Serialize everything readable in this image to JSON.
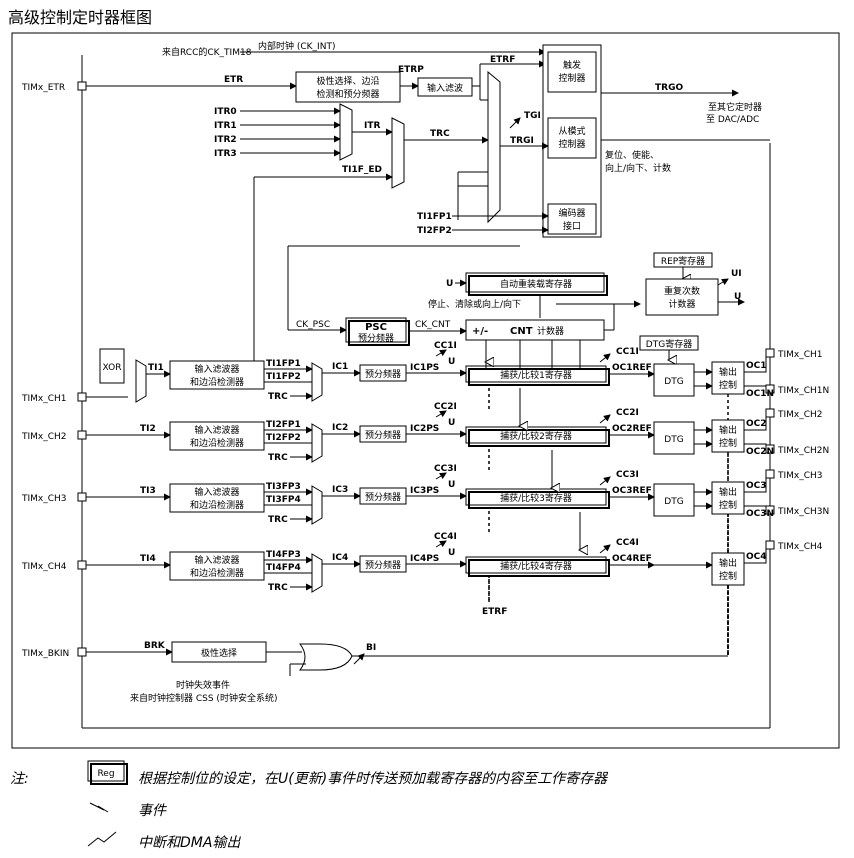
{
  "title": "高级控制定时器框图",
  "top": {
    "rcc_source": "来自RCC的CK_TIM18",
    "internal_clock": "内部时钟 (CK_INT)",
    "etr": "ETR",
    "etrp": "ETRP",
    "etrf": "ETRF",
    "polarity_block": [
      "极性选择、边沿",
      "检测和预分频器"
    ],
    "input_filter": "输入滤波",
    "trigger_ctrl": [
      "触发",
      "控制器"
    ],
    "slave_mode": [
      "从模式",
      "控制器"
    ],
    "encoder": [
      "编码器",
      "接口"
    ],
    "trgo": "TRGO",
    "to_other": [
      "至其它定时器",
      "至 DAC/ADC"
    ],
    "tgi": "TGI",
    "trgi": "TRGI",
    "itr": [
      "ITR0",
      "ITR1",
      "ITR2",
      "ITR3"
    ],
    "itr_out": "ITR",
    "trc": "TRC",
    "ti1f_ed": "TI1F_ED",
    "ti1fp1": "TI1FP1",
    "ti2fp2": "TI2FP2",
    "reset_text": [
      "复位、使能、",
      "向上/向下、计数"
    ]
  },
  "counter": {
    "u": "U",
    "arr": "自动重装载寄存器",
    "stop_text": "停止、清除或向上/向下",
    "rep_reg": "REP寄存器",
    "rep_counter": [
      "重复次数",
      "计数器"
    ],
    "ui": "UI",
    "ck_psc": "CK_PSC",
    "psc": "PSC",
    "psc_sub": "预分频器",
    "ck_cnt": "CK_CNT",
    "cnt_prefix": "+/-",
    "cnt": "CNT",
    "cnt_suffix": "计数器",
    "dtg_reg": "DTG寄存器",
    "dtg": "DTG",
    "etrf_bottom": "ETRF"
  },
  "inputs": {
    "xor": "XOR",
    "filter": [
      "输入滤波器",
      "和边沿检测器"
    ],
    "prescaler": "预分频器",
    "output_ctrl": [
      "输出",
      "控制"
    ]
  },
  "channels": [
    {
      "pin": "TIMx_CH1",
      "ti": "TI1",
      "fp": [
        "TI1FP1",
        "TI1FP2"
      ],
      "trc": "TRC",
      "ic": "IC1",
      "icps": "IC1PS",
      "cci": "CC1I",
      "reg": "捕获/比较1寄存器",
      "ocref": "OC1REF",
      "oc": "OC1",
      "ocn": "OC1N",
      "out": "TIMx_CH1",
      "outn": "TIMx_CH1N"
    },
    {
      "pin": "TIMx_CH2",
      "ti": "TI2",
      "fp": [
        "TI2FP1",
        "TI2FP2"
      ],
      "trc": "TRC",
      "ic": "IC2",
      "icps": "IC2PS",
      "cci": "CC2I",
      "reg": "捕获/比较2寄存器",
      "ocref": "OC2REF",
      "oc": "OC2",
      "ocn": "OC2N",
      "out": "TIMx_CH2",
      "outn": "TIMx_CH2N"
    },
    {
      "pin": "TIMx_CH3",
      "ti": "TI3",
      "fp": [
        "TI3FP3",
        "TI3FP4"
      ],
      "trc": "TRC",
      "ic": "IC3",
      "icps": "IC3PS",
      "cci": "CC3I",
      "reg": "捕获/比较3寄存器",
      "ocref": "OC3REF",
      "oc": "OC3",
      "ocn": "OC3N",
      "out": "TIMx_CH3",
      "outn": "TIMx_CH3N"
    },
    {
      "pin": "TIMx_CH4",
      "ti": "TI4",
      "fp": [
        "TI4FP3",
        "TI4FP4"
      ],
      "trc": "TRC",
      "ic": "IC4",
      "icps": "IC4PS",
      "cci": "CC4I",
      "reg": "捕获/比较4寄存器",
      "ocref": "OC4REF",
      "oc": "OC4",
      "ocn": "",
      "out": "TIMx_CH4",
      "outn": ""
    }
  ],
  "pins": {
    "etr": "TIMx_ETR",
    "bkin": "TIMx_BKIN"
  },
  "brk": {
    "label": "BRK",
    "polarity": "极性选择",
    "bi": "BI",
    "clock_fail": "时钟失效事件",
    "css": "来自时钟控制器 CSS (时钟安全系统)"
  },
  "legend": {
    "note": "注:",
    "reg": "Reg",
    "reg_text": "根据控制位的设定，在U(更新)事件时传送预加载寄存器的内容至工作寄存器",
    "event": "事件",
    "irq": "中断和DMA输出"
  }
}
